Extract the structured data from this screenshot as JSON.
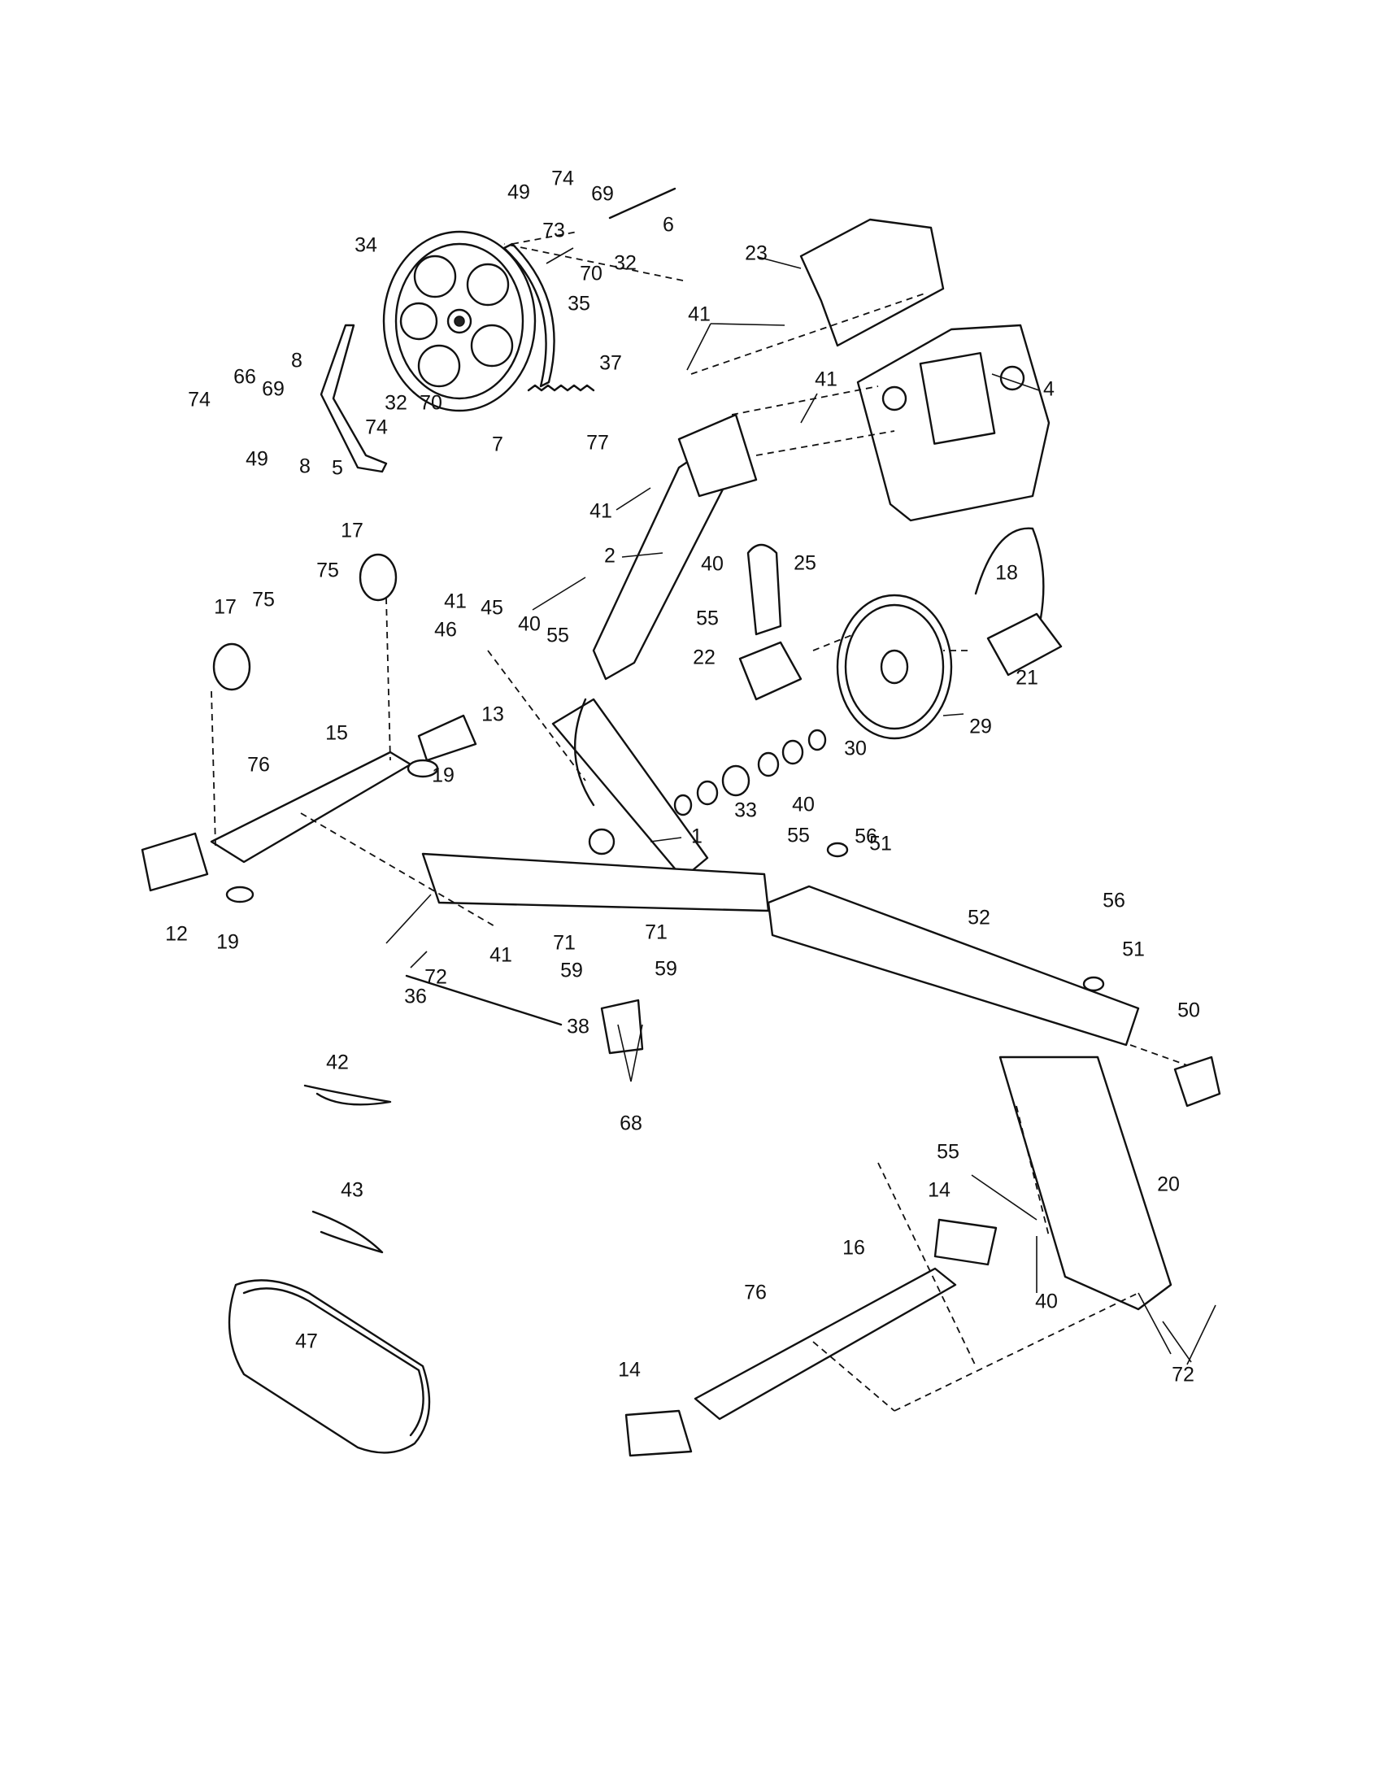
{
  "diagram": {
    "type": "exploded-parts-diagram",
    "callouts": [
      "1",
      "2",
      "4",
      "5",
      "6",
      "7",
      "8",
      "12",
      "13",
      "14",
      "15",
      "16",
      "17",
      "18",
      "19",
      "20",
      "21",
      "22",
      "23",
      "25",
      "29",
      "30",
      "32",
      "33",
      "34",
      "35",
      "36",
      "37",
      "38",
      "40",
      "41",
      "42",
      "43",
      "45",
      "46",
      "47",
      "49",
      "50",
      "51",
      "52",
      "55",
      "56",
      "59",
      "66",
      "68",
      "69",
      "70",
      "71",
      "72",
      "73",
      "74",
      "75",
      "76",
      "77"
    ]
  }
}
